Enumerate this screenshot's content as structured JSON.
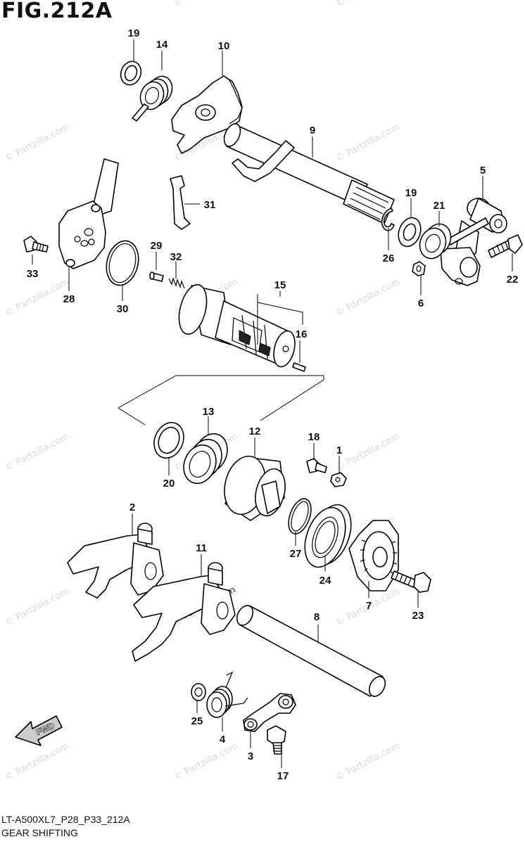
{
  "figure": {
    "title": "FIG.212A"
  },
  "footer": {
    "code": "LT-A500XL7_P28_P33_212A",
    "name": "GEAR SHIFTING"
  },
  "direction_label": "FWD",
  "watermark": {
    "text": "© Partzilla.com",
    "text_mirrored": "Partzilla.com"
  },
  "part_numbers": [
    "19",
    "14",
    "10",
    "9",
    "5",
    "31",
    "19",
    "21",
    "33",
    "28",
    "26",
    "22",
    "29",
    "32",
    "30",
    "6",
    "15",
    "16",
    "13",
    "12",
    "18",
    "1",
    "20",
    "2",
    "11",
    "27",
    "24",
    "7",
    "23",
    "8",
    "25",
    "4",
    "3",
    "17"
  ]
}
